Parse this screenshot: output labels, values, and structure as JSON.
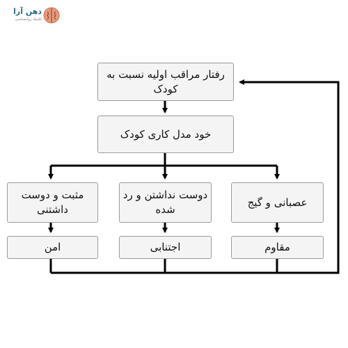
{
  "logo": {
    "name": "ذهن آرا",
    "subtitle": "کلینیک روانشناسی"
  },
  "diagram": {
    "top_box": "رفتار مراقب اولیه نسبت به کودک",
    "model_box": "خود مدل کاری کودک",
    "branches": [
      {
        "model": "مثبت و دوست داشتنی",
        "attachment": "امن"
      },
      {
        "model": "دوست نداشتن و رد شده",
        "attachment": "اجتنابی"
      },
      {
        "model": "عصبانی و گیج",
        "attachment": "مقاوم"
      }
    ]
  }
}
